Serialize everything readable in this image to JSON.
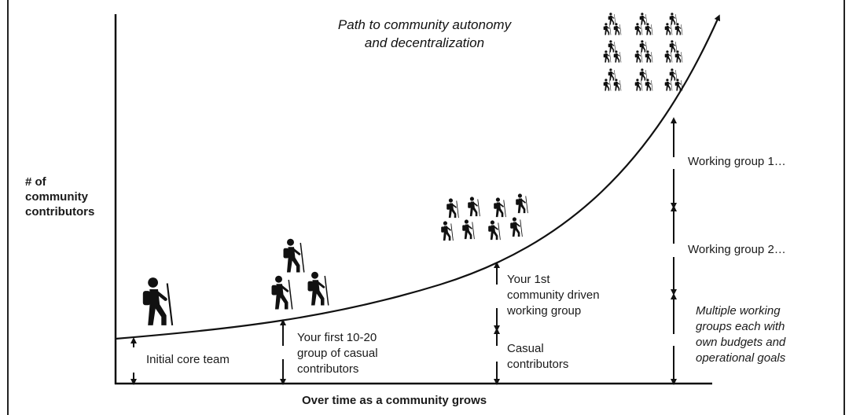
{
  "title": "Path to community autonomy and decentralization",
  "title_lines": [
    "Path to community autonomy",
    "and decentralization"
  ],
  "y_axis_label": [
    "# of",
    "community",
    "contributors"
  ],
  "x_axis_label": "Over time as a community grows",
  "stages": [
    {
      "label": [
        "Initial core team"
      ]
    },
    {
      "label": [
        "Your first 10-20",
        "group of casual",
        "contributors"
      ]
    },
    {
      "label": [
        "Your 1st",
        "community driven",
        "working group"
      ]
    },
    {
      "label": [
        "Casual",
        "contributors"
      ]
    },
    {
      "label": [
        "Working group 1…"
      ]
    },
    {
      "label": [
        "Working group 2…"
      ]
    },
    {
      "label": [
        "Multiple working",
        "groups each with",
        "own budgets and",
        "operational goals"
      ]
    }
  ],
  "icons": {
    "person": "hiker-icon"
  }
}
